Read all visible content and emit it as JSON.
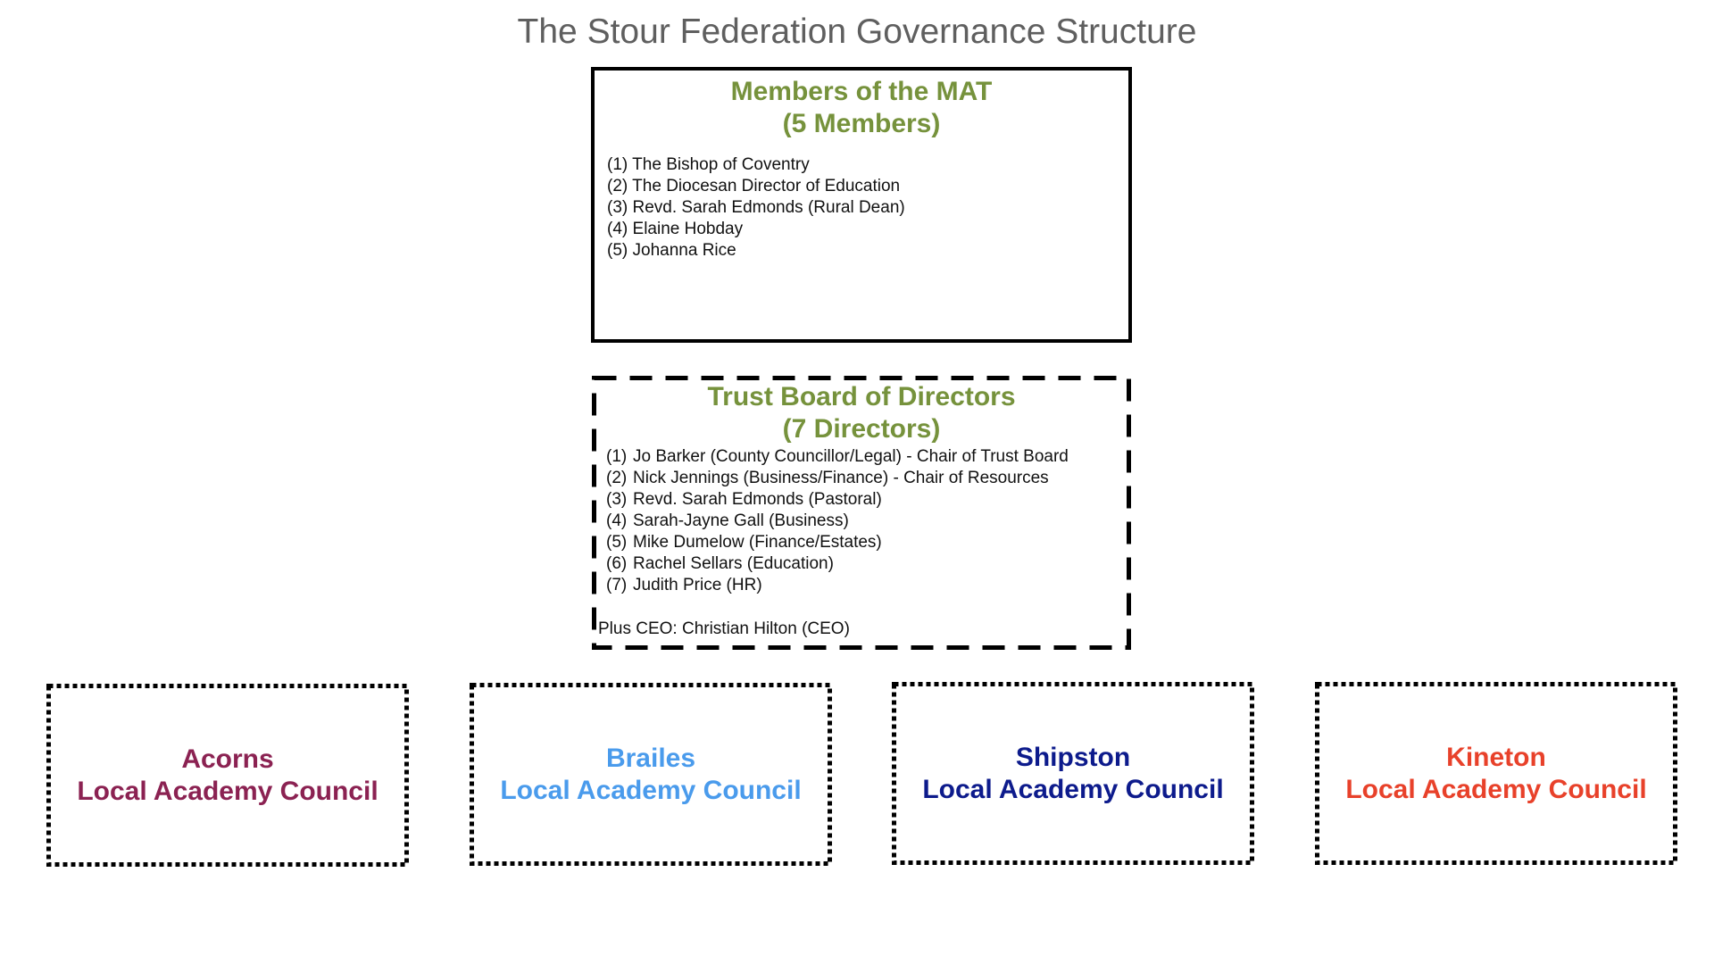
{
  "title": "The Stour Federation Governance Structure",
  "members": {
    "heading_line1": "Members of the MAT",
    "heading_line2": "(5 Members)",
    "items": [
      {
        "num": "(1)",
        "text": "The Bishop of Coventry"
      },
      {
        "num": "(2)",
        "text": "The Diocesan Director of Education"
      },
      {
        "num": "(3)",
        "text": "Revd. Sarah Edmonds (Rural Dean)"
      },
      {
        "num": "(4)",
        "text": "Elaine Hobday"
      },
      {
        "num": "(5)",
        "text": "Johanna Rice"
      }
    ]
  },
  "directors": {
    "heading_line1": "Trust Board of Directors",
    "heading_line2": "(7 Directors)",
    "items": [
      {
        "num": "(1)",
        "text": "Jo Barker (County Councillor/Legal) - Chair of Trust Board"
      },
      {
        "num": "(2)",
        "text": "Nick Jennings (Business/Finance) - Chair of Resources"
      },
      {
        "num": "(3)",
        "text": "Revd. Sarah Edmonds (Pastoral)"
      },
      {
        "num": "(4)",
        "text": "Sarah-Jayne Gall (Business)"
      },
      {
        "num": "(5)",
        "text": "Mike Dumelow (Finance/Estates)"
      },
      {
        "num": "(6)",
        "text": "Rachel Sellars (Education)"
      },
      {
        "num": "(7)",
        "text": "Judith Price (HR)"
      }
    ],
    "ceo": "Plus CEO: Christian Hilton (CEO)"
  },
  "councils": [
    {
      "name": "Acorns",
      "subtitle": "Local Academy Council",
      "color": "#8b2252"
    },
    {
      "name": "Brailes",
      "subtitle": "Local Academy Council",
      "color": "#4a9bec"
    },
    {
      "name": "Shipston",
      "subtitle": "Local Academy Council",
      "color": "#0d1b8c"
    },
    {
      "name": "Kineton",
      "subtitle": "Local Academy Council",
      "color": "#e8412a"
    }
  ],
  "colors": {
    "heading_green": "#76923c",
    "title_gray": "#5f5f5f",
    "border": "#000000"
  }
}
